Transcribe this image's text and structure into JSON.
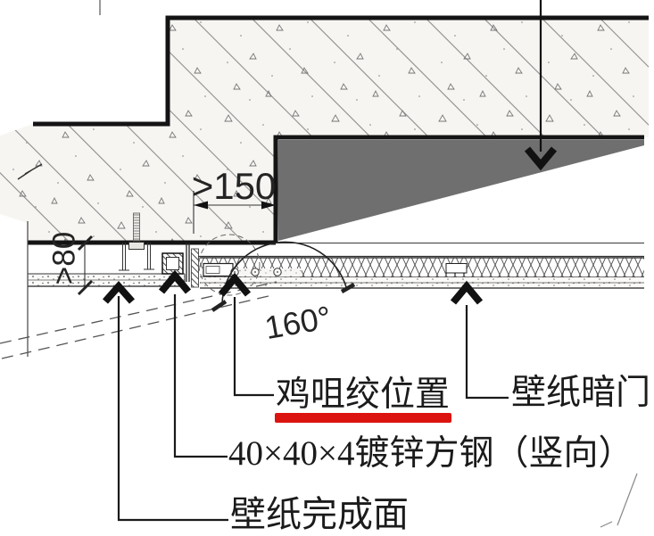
{
  "drawing": {
    "dimensions": {
      "clearance_width": ">150",
      "recess_height": ">80",
      "swing_angle": "160°"
    },
    "labels": {
      "hinge_position": "鸡咀绞位置",
      "hidden_door": "壁纸暗门",
      "steel_tube": "40×40×4镀锌方钢（竖向）",
      "finish_face": "壁纸完成面"
    },
    "colors": {
      "ink": "#1a1a1a",
      "underline_red": "#dc1410",
      "wedge_gray": "#6f6f6f"
    }
  }
}
